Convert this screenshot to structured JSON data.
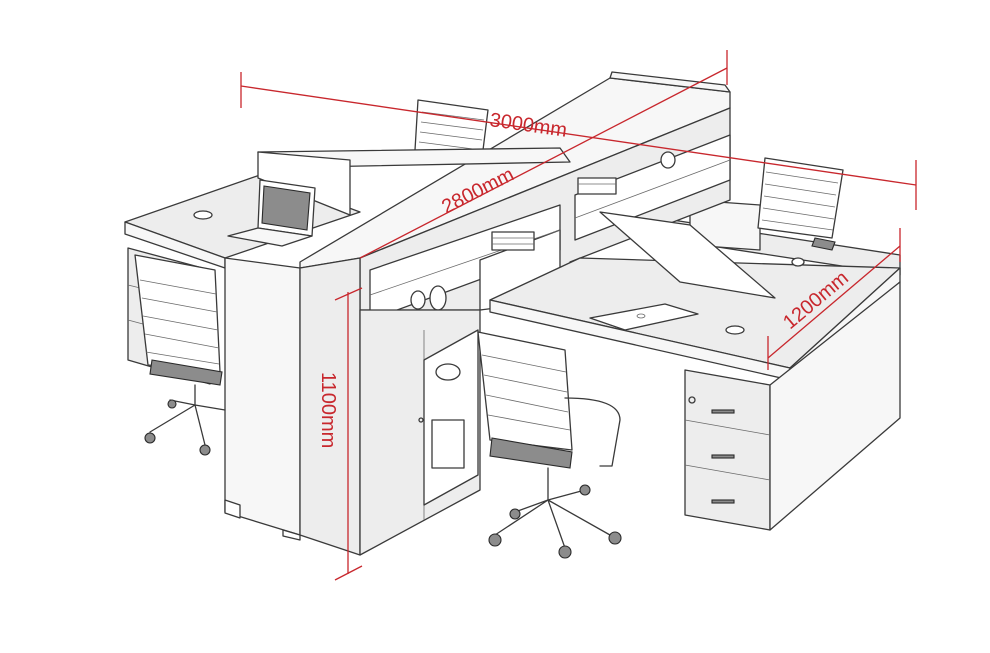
{
  "dimensions": {
    "overall_length": "3000mm",
    "desk_length": "2800mm",
    "desk_depth": "1200mm",
    "height": "1100mm"
  },
  "colors": {
    "dimension_line": "#c8272d",
    "outline": "#3a3a3a",
    "background": "#ffffff"
  }
}
